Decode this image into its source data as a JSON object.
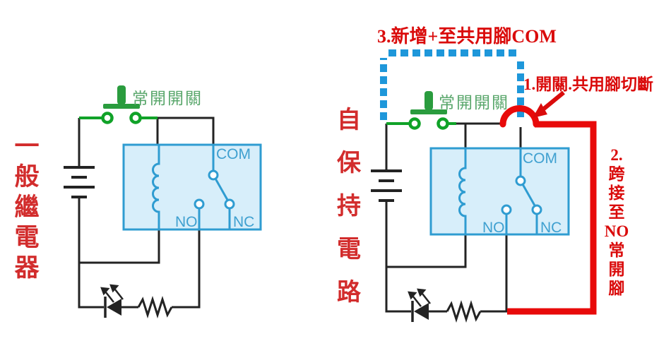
{
  "colors": {
    "wire_black": "#232323",
    "switch_green": "#10a228",
    "switch_label_green": "#5aa76c",
    "relay_blue": "#2f9cd1",
    "relay_fill": "#d7eefa",
    "pin_label_blue": "#3fa0d0",
    "dashed_wire_blue": "#1e97da",
    "jumper_red": "#e80a0a",
    "annotation_red": "#da0b0b",
    "side_label_red": "#d22c2c"
  },
  "left_circuit": {
    "label": "一般繼電器",
    "label_lines": [
      "一",
      "般",
      "繼",
      "電",
      "器"
    ],
    "switch_label": "常開開關",
    "com_label": "COM",
    "no_label": "NO",
    "nc_label": "NC"
  },
  "right_circuit": {
    "label": "自保持電路",
    "label_lines": [
      "自",
      "保",
      "持",
      "電",
      "路"
    ],
    "switch_label": "常開開關",
    "com_label": "COM",
    "no_label": "NO",
    "nc_label": "NC",
    "annotation_step3": "3.新增+至共用腳COM",
    "annotation_step1": "1.開關.共用腳切斷",
    "annotation_step2": "2.跨接至NO常開腳",
    "annotation_step2_lines": [
      "2.",
      "跨",
      "接",
      "至",
      "NO",
      "常",
      "開",
      "腳"
    ]
  }
}
